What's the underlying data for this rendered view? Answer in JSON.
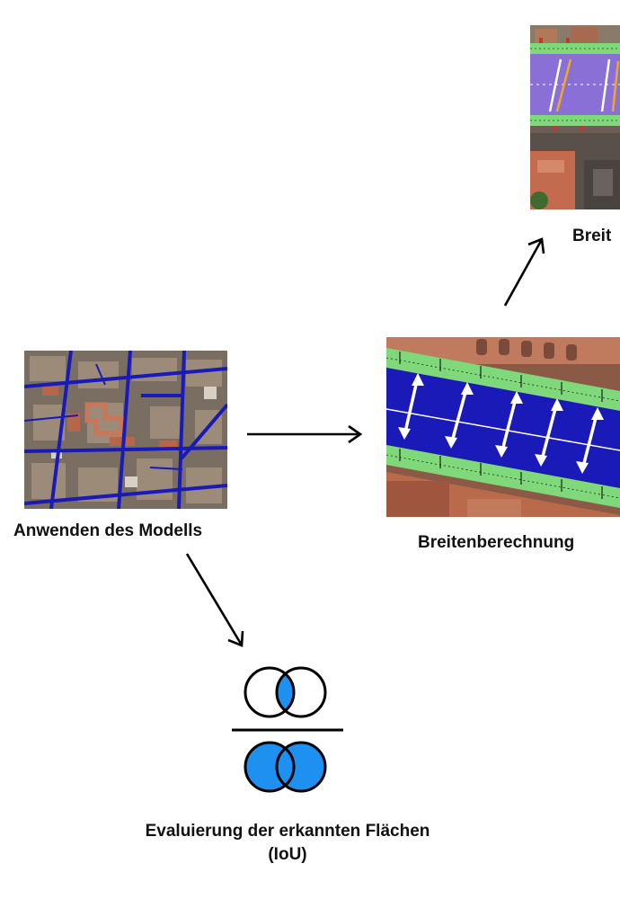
{
  "labels": {
    "apply_model": "Anwenden des Modells",
    "width_calc": "Breitenberechnung",
    "width_cropped": "Breit",
    "eval_line1": "Evaluierung der erkannten Flächen",
    "eval_line2": "(IoU)"
  },
  "colors": {
    "road_blue": "#1a1ab8",
    "sidewalk_green": "#7fd97a",
    "lane_purple": "#8a70d6",
    "iou_fill": "#1e90f0",
    "arrow": "#000000",
    "roof": "#b86a4a"
  }
}
